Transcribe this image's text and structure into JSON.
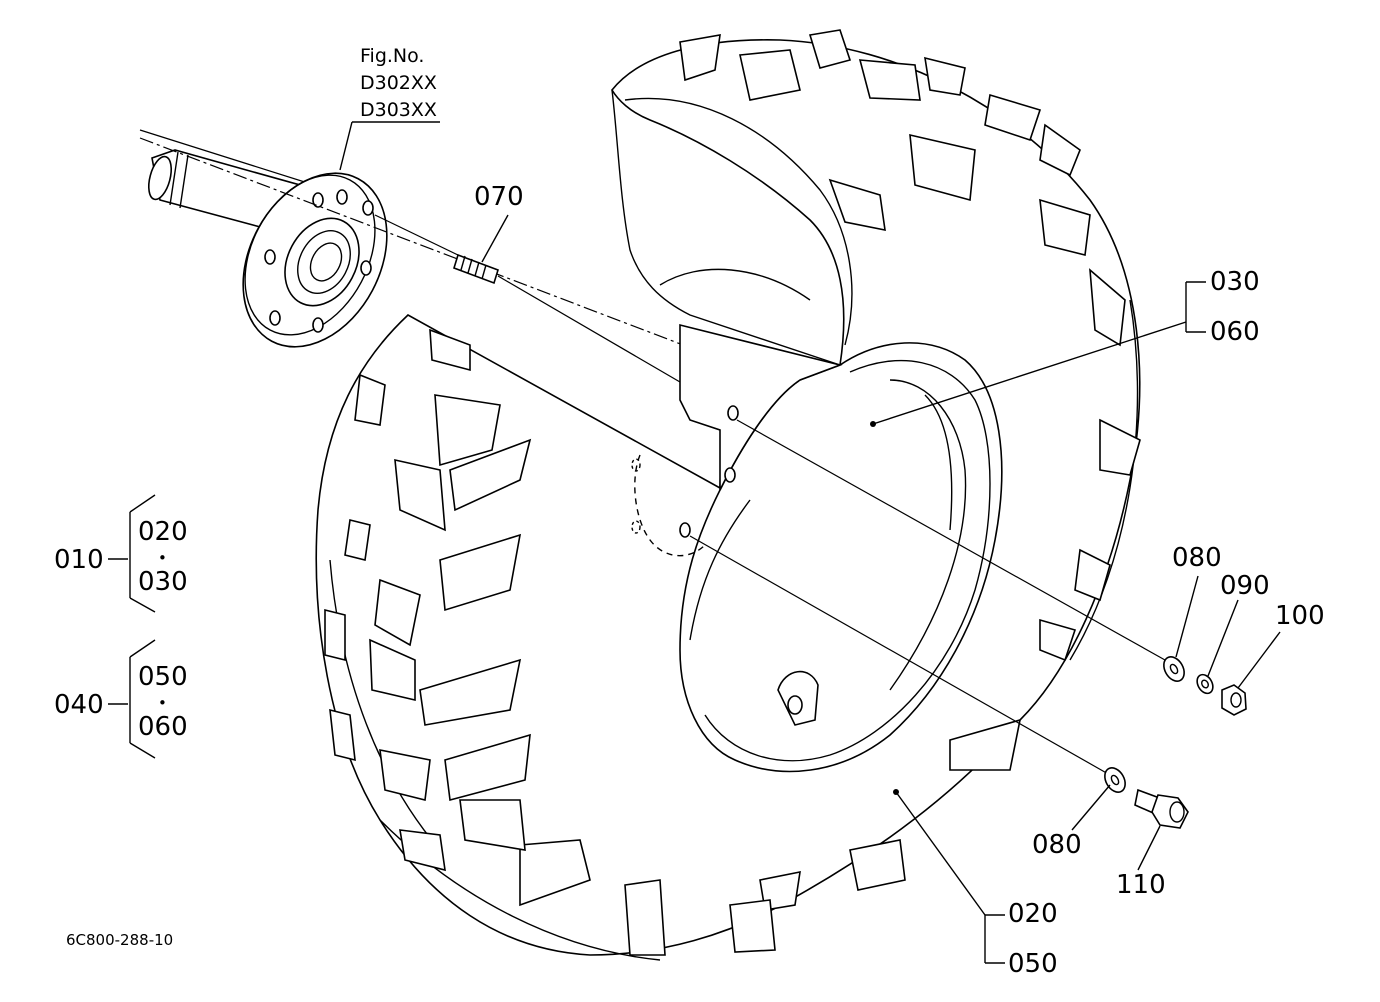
{
  "figure": {
    "fig_no_label": "Fig.No.",
    "fig_numbers": [
      "D302XX",
      "D303XX"
    ],
    "drawing_code": "6C800-288-10"
  },
  "parts": {
    "p010": "010",
    "p020": "020",
    "p030": "030",
    "p040": "040",
    "p050": "050",
    "p060": "060",
    "p070": "070",
    "p080": "080",
    "p090": "090",
    "p100": "100",
    "p110": "110"
  },
  "assembly_separator": "•"
}
